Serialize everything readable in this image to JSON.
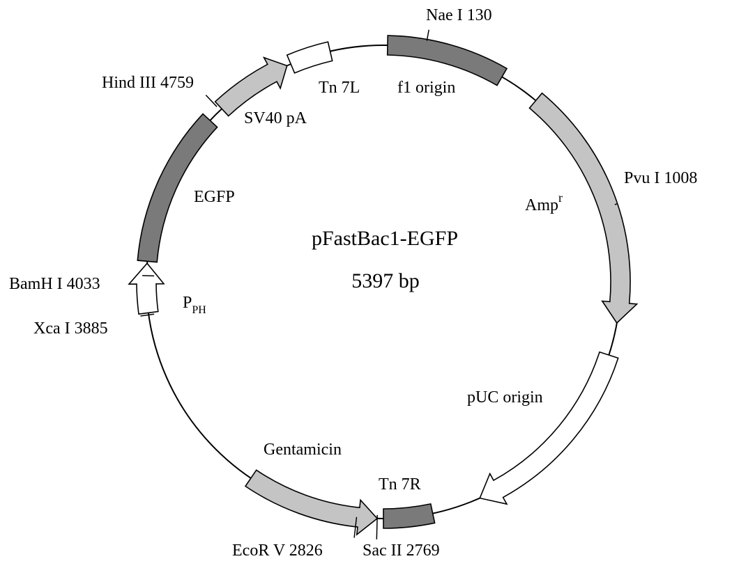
{
  "plasmid": {
    "name": "pFastBac1-EGFP",
    "size": "5397 bp"
  },
  "colors": {
    "dark": "#7a7a7a",
    "light": "#c4c4c4",
    "white": "#ffffff",
    "outline": "#000000"
  },
  "features": [
    {
      "id": "f1-origin",
      "label": "f1 origin",
      "fill": "dark"
    },
    {
      "id": "amp",
      "label": "Amp",
      "label_sup": "r",
      "fill": "light"
    },
    {
      "id": "puc-origin",
      "label": "pUC origin",
      "fill": "white"
    },
    {
      "id": "tn7r",
      "label": "Tn 7R",
      "fill": "dark"
    },
    {
      "id": "gentamicin",
      "label": "Gentamicin",
      "fill": "light"
    },
    {
      "id": "pph",
      "label": "P",
      "label_sub": "PH",
      "fill": "white"
    },
    {
      "id": "egfp",
      "label": "EGFP",
      "fill": "dark"
    },
    {
      "id": "sv40",
      "label": "SV40 pA",
      "fill": "light"
    },
    {
      "id": "tn7l",
      "label": "Tn 7L",
      "fill": "white"
    }
  ],
  "sites": [
    {
      "id": "nae",
      "label": "Nae I 130"
    },
    {
      "id": "pvu",
      "label": "Pvu I 1008"
    },
    {
      "id": "sac",
      "label": "Sac II 2769"
    },
    {
      "id": "ecor",
      "label": "EcoR V  2826"
    },
    {
      "id": "xca",
      "label": "Xca I 3885"
    },
    {
      "id": "bam",
      "label": "BamH I 4033"
    },
    {
      "id": "hind",
      "label": "Hind III 4759"
    }
  ]
}
